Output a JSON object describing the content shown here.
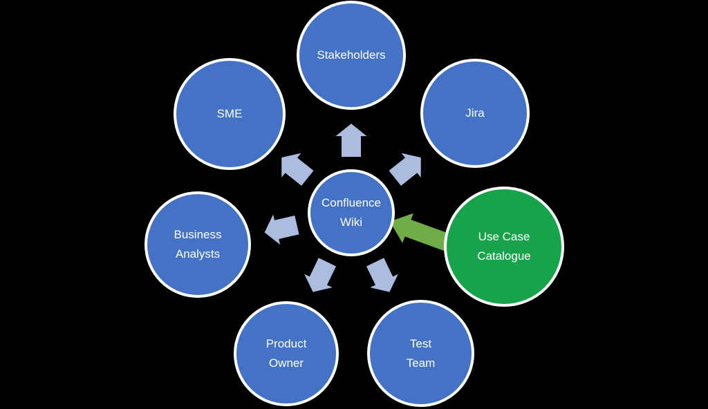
{
  "diagram_type": "radial-hub-and-spoke",
  "colors": {
    "background": "#000000",
    "node-blue": "#4472C4",
    "node-green": "#17A34A",
    "arrow-blue": "#ABBCE0",
    "arrow-green": "#70AD47",
    "ring": "#FFFFFF",
    "text": "#FFFFFF"
  },
  "center_node": {
    "id": "confluence-wiki",
    "lines": [
      "Confluence",
      "Wiki"
    ]
  },
  "nodes": [
    {
      "id": "stakeholders",
      "lines": [
        "Stakeholders"
      ]
    },
    {
      "id": "sme",
      "lines": [
        "SME"
      ]
    },
    {
      "id": "jira",
      "lines": [
        "Jira"
      ]
    },
    {
      "id": "business-analysts",
      "lines": [
        "Business",
        "Analysts"
      ]
    },
    {
      "id": "product-owner",
      "lines": [
        "Product",
        "Owner"
      ]
    },
    {
      "id": "test-team",
      "lines": [
        "Test",
        "Team"
      ]
    },
    {
      "id": "use-case-catalogue",
      "lines": [
        "Use Case",
        "Catalogue"
      ]
    }
  ],
  "arrows": {
    "outward_from_center": [
      "stakeholders",
      "sme",
      "jira",
      "business-analysts",
      "product-owner",
      "test-team"
    ],
    "inward_to_center": [
      "use-case-catalogue"
    ]
  }
}
